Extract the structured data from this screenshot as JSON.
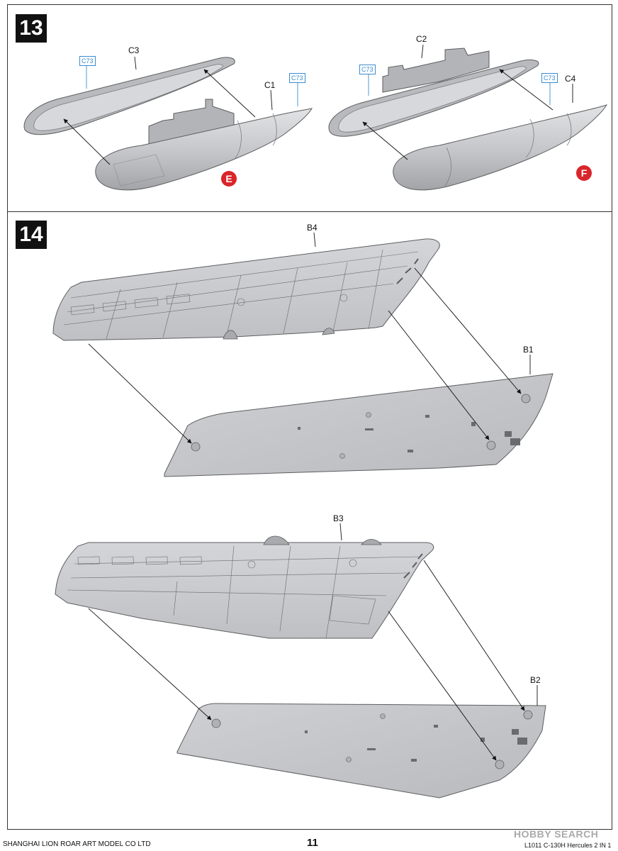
{
  "steps": {
    "s13": {
      "number": "13",
      "labels": {
        "c3": "C3",
        "c1": "C1",
        "c2": "C2",
        "c4": "C4"
      },
      "paint_refs": [
        "C73",
        "C73",
        "C73",
        "C73"
      ],
      "variants": {
        "left": "E",
        "right": "F"
      }
    },
    "s14": {
      "number": "14",
      "labels": {
        "b4": "B4",
        "b1": "B1",
        "b3": "B3",
        "b2": "B2"
      }
    }
  },
  "footer": {
    "company": "SHANGHAI LION ROAR ART MODEL CO LTD",
    "page": "11",
    "product": "L1011 C-130H Hercules 2 IN 1"
  },
  "watermark": "HOBBY SEARCH",
  "colors": {
    "part": "#c9cacd",
    "part_dark": "#a9aaad",
    "edge": "#6a6b6e",
    "accent_red": "#d9262b",
    "ref_blue": "#3a8ccf"
  }
}
